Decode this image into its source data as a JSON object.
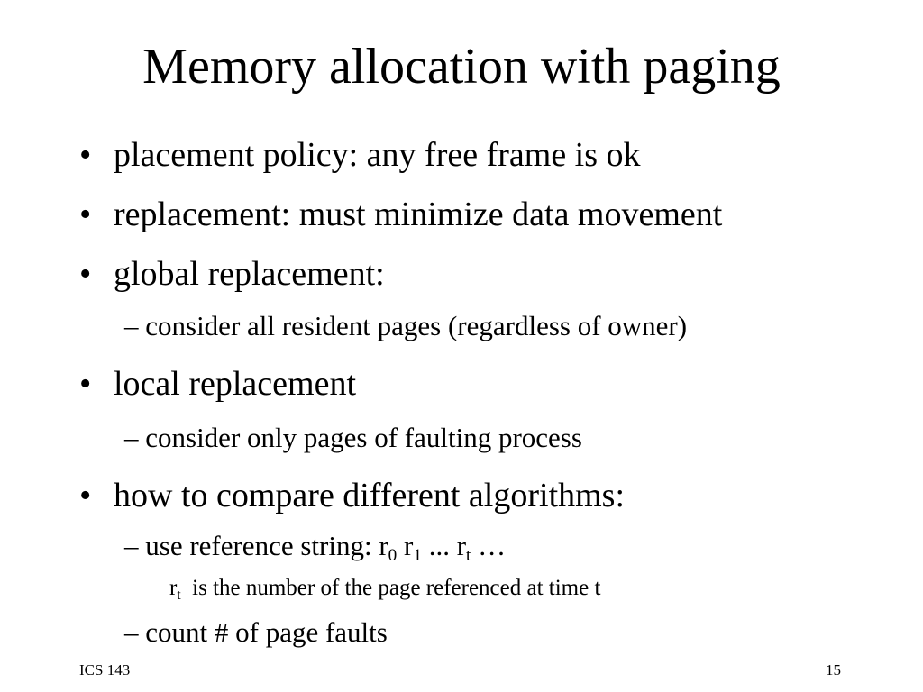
{
  "slide": {
    "title": "Memory allocation with paging",
    "bullet_glyph": "•",
    "dash_glyph": "–",
    "items": [
      {
        "text": "placement policy: any free frame is ok"
      },
      {
        "text": "replacement: must minimize data movement"
      },
      {
        "text": "global replacement:"
      },
      {
        "text": "consider all resident pages (regardless of owner)"
      },
      {
        "text": "local replacement"
      },
      {
        "text": "consider only pages of faulting process"
      },
      {
        "text": "how to compare different algorithms:"
      },
      {
        "prefix": "use reference string: r",
        "sub0": "0",
        "mid1": " r",
        "sub1": "1",
        "mid2": " ... r",
        "sub2": "t",
        "suffix": " …"
      },
      {
        "prefix": "r",
        "sub": "t",
        "suffix": "  is the number of the page referenced at time t"
      },
      {
        "text": "count # of page faults"
      }
    ],
    "footer": {
      "left": "ICS 143",
      "right": "15"
    }
  }
}
